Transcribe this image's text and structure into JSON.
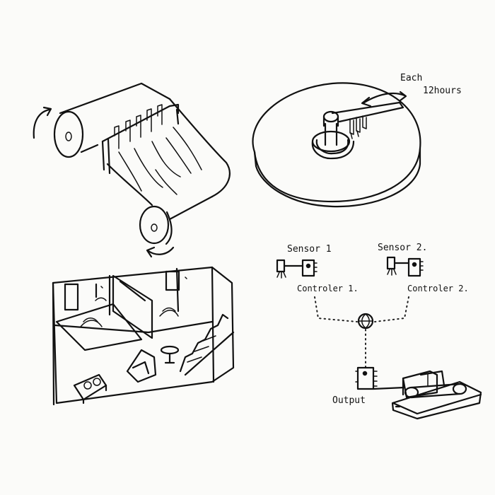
{
  "labels": {
    "each_12_hours_line1": "Each",
    "each_12_hours_line2": "12hours",
    "sensor1": "Sensor 1",
    "sensor2": "Sensor 2.",
    "controller1": "Controler 1.",
    "controller2": "Controler 2.",
    "output": "Output"
  },
  "colors": {
    "ink": "#111111",
    "paper": "#fbfbf9"
  }
}
